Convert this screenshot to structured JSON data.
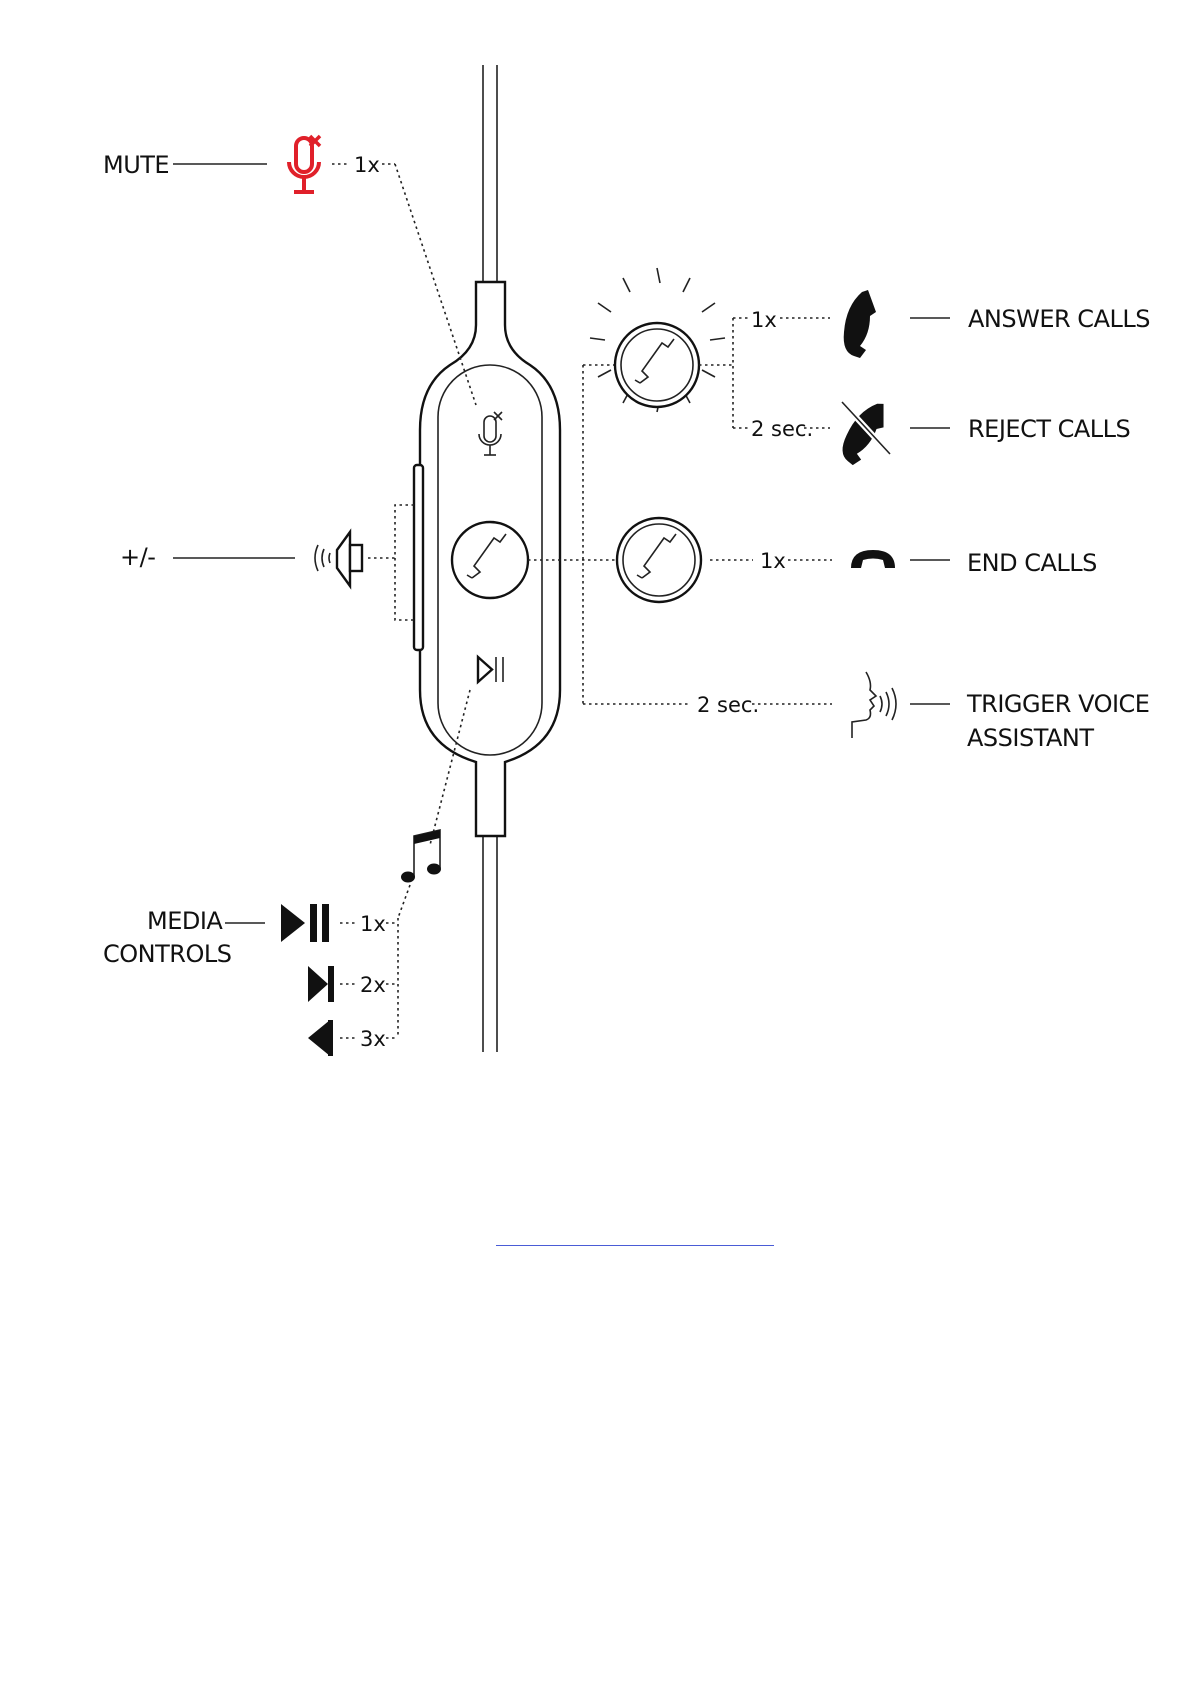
{
  "labels": {
    "mute": "MUTE",
    "volume": "+/-",
    "answer_calls": "ANSWER CALLS",
    "reject_calls": "REJECT CALLS",
    "end_calls": "END CALLS",
    "voice_line1": "TRIGGER VOICE",
    "voice_line2": "ASSISTANT",
    "media_line1": "MEDIA",
    "media_line2": "CONTROLS"
  },
  "counts": {
    "mute": "1x",
    "answer": "1x",
    "reject": "2 sec.",
    "end": "1x",
    "voice": "2 sec.",
    "play_pause": "1x",
    "next_track": "2x",
    "prev_track": "3x"
  },
  "colors": {
    "mute_accent": "#e0202a",
    "ink": "#111111",
    "link_underline": "#4a5cd6"
  },
  "icons": [
    "mic-mute-icon",
    "speaker-icon",
    "phone-icon",
    "phone-reject-icon",
    "phone-hangup-icon",
    "voice-assistant-icon",
    "music-note-icon",
    "play-pause-icon",
    "next-track-icon",
    "previous-track-icon"
  ]
}
